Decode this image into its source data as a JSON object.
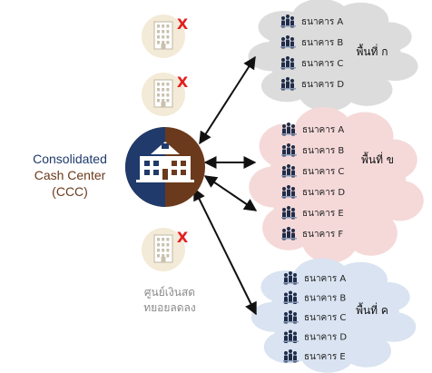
{
  "ccc": {
    "line1": "Consolidated",
    "line2": "Cash Center",
    "line3": "(CCC)"
  },
  "branch_caption": {
    "line1": "ศูนย์เงินสด",
    "line2": "ทยอยลดลง"
  },
  "closed_mark": "X",
  "areas": [
    {
      "label": "พื้นที่ ก",
      "fill": "#dcdcdc",
      "banks": [
        "ธนาคาร A",
        "ธนาคาร B",
        "ธนาคาร C",
        "ธนาคาร D"
      ]
    },
    {
      "label": "พื้นที่ ข",
      "fill": "#f5d9d9",
      "banks": [
        "ธนาคาร A",
        "ธนาคาร B",
        "ธนาคาร C",
        "ธนาคาร D",
        "ธนาคาร E",
        "ธนาคาร F"
      ]
    },
    {
      "label": "พื้นที่ ค",
      "fill": "#d9e3f1",
      "banks": [
        "ธนาคาร A",
        "ธนาคาร B",
        "ธนาคาร C",
        "ธนาคาร D",
        "ธนาคาร E"
      ]
    }
  ],
  "colors": {
    "ccc_left": "#1f3a6b",
    "ccc_right": "#6b3a1c",
    "closed_x": "#e02020",
    "arrow": "#111111",
    "building_circle": "#f3ead7"
  },
  "icons": {
    "ccc": "school-building-icon",
    "branch": "office-building-icon",
    "bank": "people-group-icon"
  }
}
